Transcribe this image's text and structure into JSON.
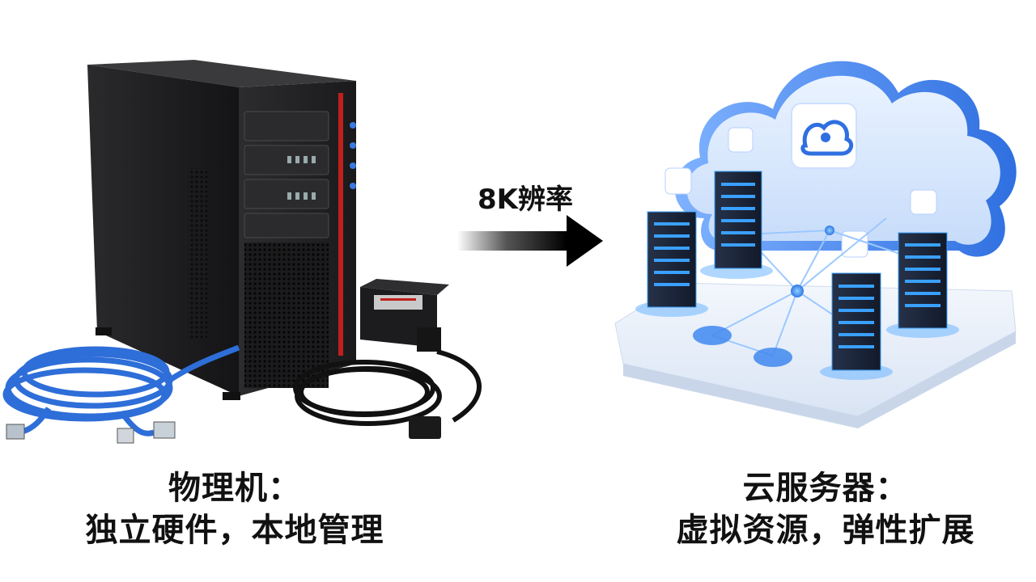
{
  "arrow": {
    "label": "8K辨率"
  },
  "left": {
    "caption_line1": "物理机：",
    "caption_line2": "独立硬件，本地管理"
  },
  "right": {
    "caption_line1": "云服务器：",
    "caption_line2": "虚拟资源，弹性扩展"
  },
  "colors": {
    "case": "#1f1f21",
    "accent_red": "#c0201c",
    "cable_blue": "#2e6ed8",
    "cloud_blue": "#4a8ff0",
    "server_glow": "#3aa0ff"
  }
}
